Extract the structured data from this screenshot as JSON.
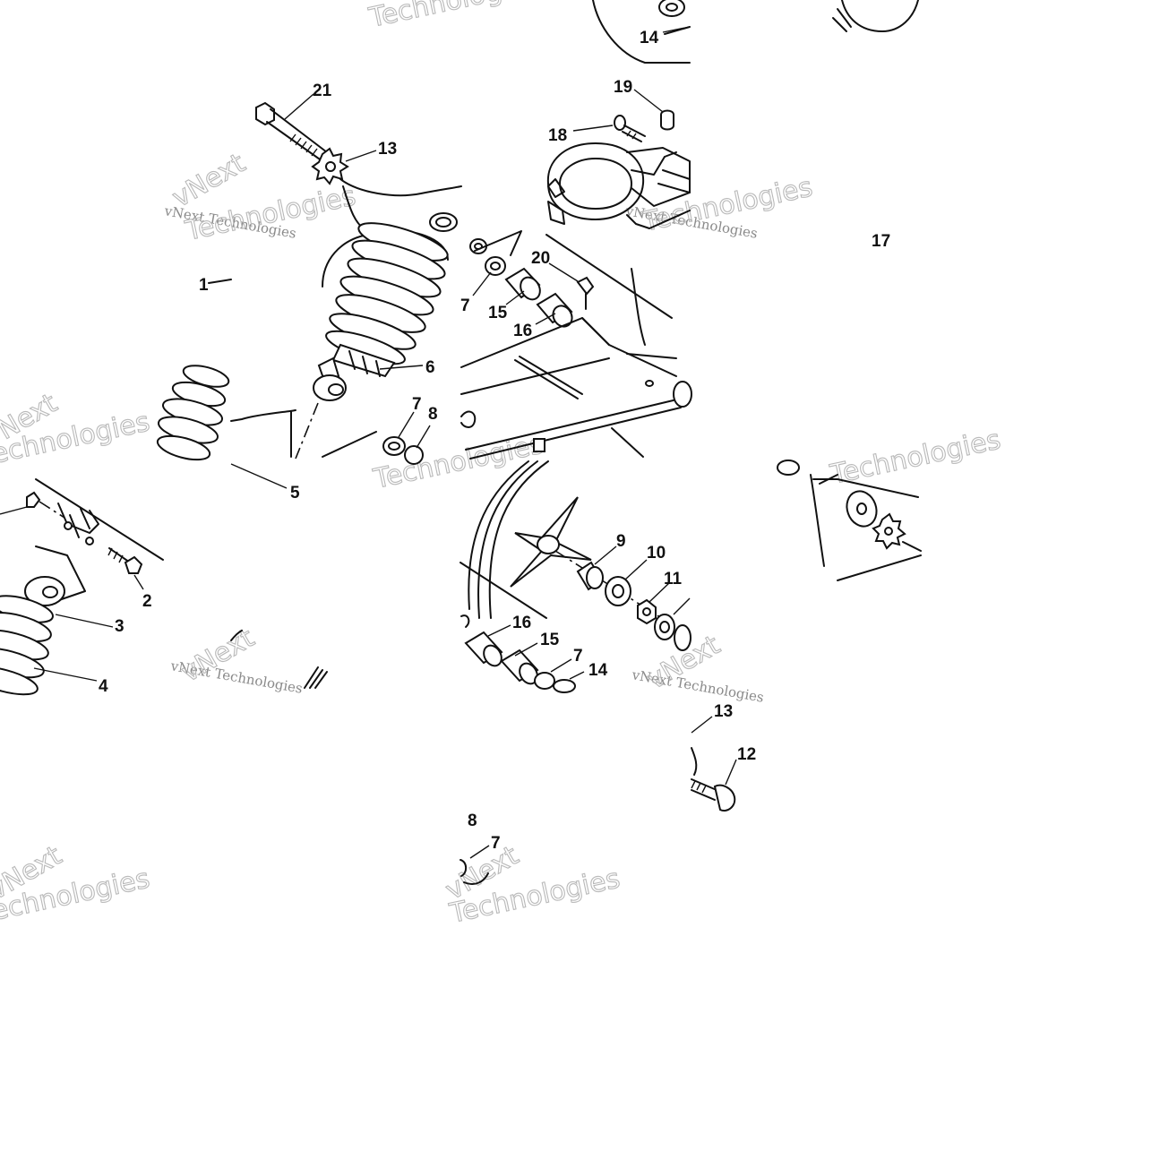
{
  "callouts": [
    "21",
    "13",
    "19",
    "18",
    "14",
    "17",
    "1",
    "20",
    "7",
    "15",
    "16",
    "6",
    "7",
    "8",
    "5",
    "2",
    "3",
    "4",
    "9",
    "10",
    "11",
    "16",
    "15",
    "7",
    "14",
    "13",
    "12",
    "8",
    "7"
  ],
  "watermarks": {
    "brand": "vNext",
    "sub": "Technologies",
    "full": "vNext Technologies"
  }
}
